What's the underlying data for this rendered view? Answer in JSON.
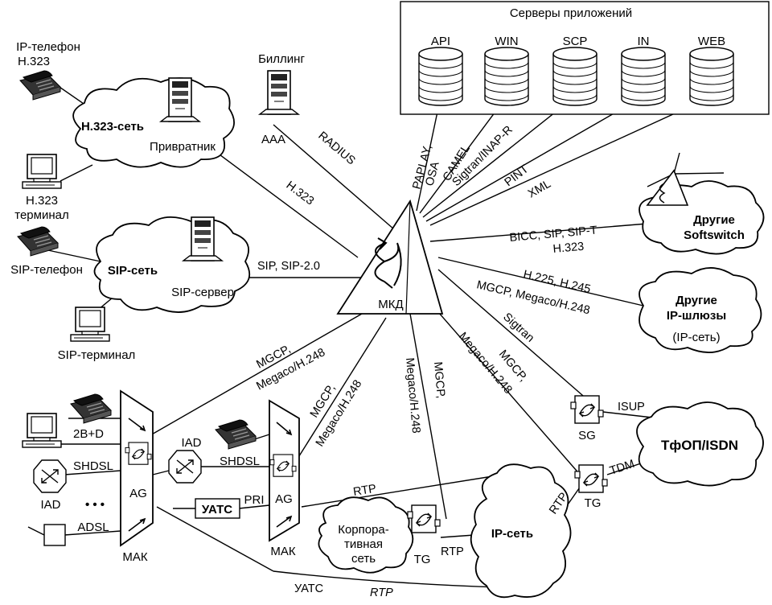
{
  "servers": {
    "title": "Серверы приложений",
    "items": [
      "API",
      "WIN",
      "SCP",
      "IN",
      "WEB"
    ]
  },
  "billing": {
    "title": "Биллинг",
    "label": "AAA"
  },
  "h323": {
    "phone_label_1": "IP-телефон",
    "phone_label_2": "H.323",
    "cloud_label": "H.323-сеть",
    "gatekeeper": "Привратник",
    "terminal_label_1": "H.323",
    "terminal_label_2": "терминал"
  },
  "sip": {
    "phone_label": "SIP-телефон",
    "cloud_label": "SIP-сеть",
    "server_label": "SIP-сервер",
    "terminal_label": "SIP-терминал"
  },
  "core": {
    "label": "МКД"
  },
  "softswitch": {
    "label_1": "Другие",
    "label_2": "Softswitch"
  },
  "ipgw": {
    "label_1": "Другие",
    "label_2": "IP-шлюзы",
    "label_3": "(IP-сеть)"
  },
  "pstn": {
    "label": "ТфОП/ISDN"
  },
  "ipnet": {
    "label": "IP-сеть"
  },
  "corp": {
    "label_1": "Корпора-",
    "label_2": "тивная",
    "label_3": "сеть"
  },
  "devices": {
    "sg": "SG",
    "tg_right": "TG",
    "tg_bottom": "TG",
    "ag_left": "AG",
    "ag_mid": "AG",
    "mak_left": "МАК",
    "mak_mid": "МАК",
    "iad_left": "IAD",
    "iad_mid": "IAD",
    "uatc_box": "УАТС",
    "dots": "• • •"
  },
  "links": {
    "radius": "RADIUS",
    "h323_link": "H.323",
    "sip_link": "SIP, SIP-2.0",
    "paplay_1": "PAPLAY,",
    "paplay_2": "OSA",
    "camel": "CAMEL",
    "sigtran_inap": "Sigtran/INAP-R",
    "pint": "PINT",
    "xml": "XML",
    "bicc_1": "BICC, SIP, SIP-T",
    "bicc_2": "H.323",
    "h225_1": "H.225, H.245",
    "h225_2": "MGCP, Megaco/H.248",
    "sigtran": "Sigtran",
    "mgcp_r_1": "MGCP,",
    "mgcp_r_2": "Megaco/H.248",
    "mgcp_l_1": "MGCP,",
    "mgcp_l_2": "Megaco/H.248",
    "mgcp_m_1": "MGCP,",
    "mgcp_m_2": "Megaco/H.248",
    "mgcp_b_1": "MGCP,",
    "mgcp_b_2": "Megaco/H.248",
    "isup": "ISUP",
    "tdm": "TDM",
    "rtp_top": "RTP",
    "rtp_tg": "RTP",
    "rtp_right": "RTP",
    "rtp_bottom": "RTP",
    "uatc_bottom": "УАТС",
    "b2d": "2B+D",
    "shdsl_left": "SHDSL",
    "shdsl_mid": "SHDSL",
    "adsl": "ADSL",
    "pri": "PRI"
  }
}
